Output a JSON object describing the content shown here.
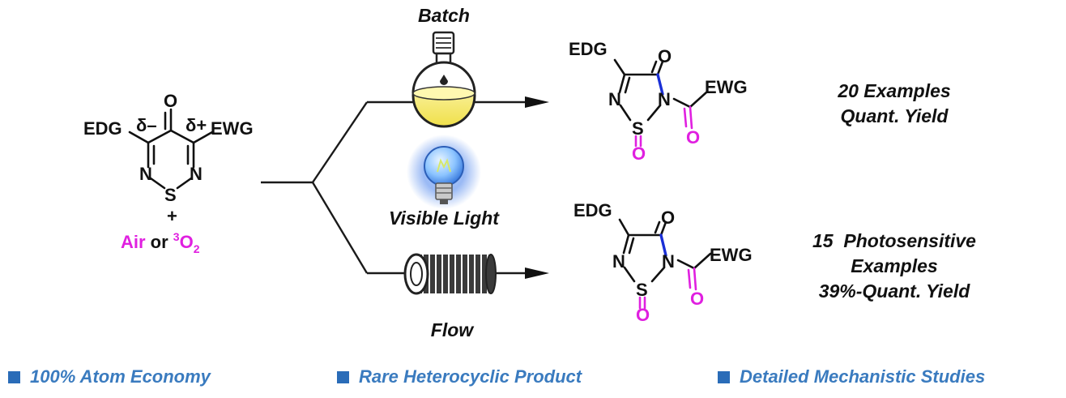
{
  "colors": {
    "oxygen": "#e020e0",
    "new_bond": "#1a2fd6",
    "feature_text": "#3a7bbf",
    "bullet": "#2a6cb8",
    "ink": "#111111"
  },
  "reactant": {
    "carbonyl_o": "O",
    "edg": "EDG",
    "ewg": "EWG",
    "delta_minus": "δ–",
    "delta_plus": "δ+",
    "n_left": "N",
    "n_right": "N",
    "sulfur": "S",
    "plus": "+",
    "air": "Air",
    "or": " or ",
    "o2_sup": "3",
    "o2_main": "O",
    "o2_sub": "2"
  },
  "conditions": {
    "batch_label": "Batch",
    "light_label": "Visible Light",
    "flow_label": "Flow",
    "flask_icon": "round-bottom-flask-icon",
    "bulb_icon": "light-bulb-icon",
    "coil_icon": "flow-coil-icon"
  },
  "products": [
    {
      "edg": "EDG",
      "ring_o": "O",
      "n_left": "N",
      "n_right": "N",
      "sulfur": "S",
      "s_oxide": "O",
      "ewg": "EWG",
      "acyl_o": "O"
    },
    {
      "edg": "EDG",
      "ring_o": "O",
      "n_left": "N",
      "n_right": "N",
      "sulfur": "S",
      "s_oxide": "O",
      "ewg": "EWG",
      "acyl_o": "O"
    }
  ],
  "results": {
    "batch_line1": "20 Examples",
    "batch_line2": "Quant. Yield",
    "flow_line1": "15  Photosensitive",
    "flow_line2": "Examples",
    "flow_line3": "39%-Quant. Yield"
  },
  "features": [
    "100% Atom Economy",
    "Rare Heterocyclic Product",
    "Detailed Mechanistic Studies"
  ]
}
